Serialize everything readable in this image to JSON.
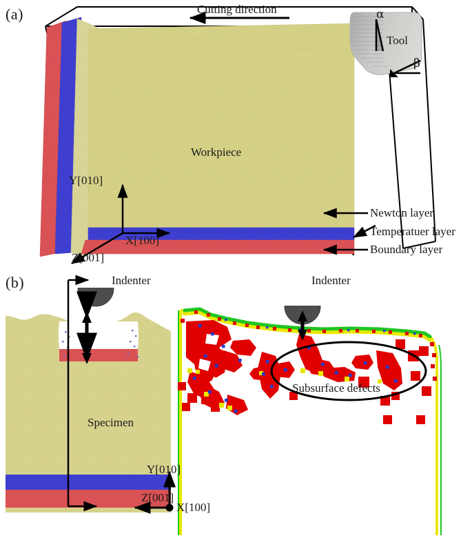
{
  "figure": {
    "panels": [
      {
        "id": "a",
        "label": "(a)",
        "caption_labels": {
          "cutting_direction": "Cutting direction",
          "tool": "Tool",
          "workpiece": "Workpiece",
          "alpha": "α",
          "beta": "β",
          "newton_layer": "Newton layer",
          "temperature_layer": "Temperatuer layer",
          "boundary_layer": "Boundary layer"
        },
        "axes": {
          "y": "Y[010]",
          "x": "X[100]",
          "z": "Z[001]"
        }
      },
      {
        "id": "b",
        "label": "(b)",
        "caption_labels": {
          "indenter_left": "Indenter",
          "indenter_right": "Indenter",
          "specimen": "Specimen",
          "subsurface_defects": "Subsurface defects"
        },
        "axes": {
          "y": "Y[010]",
          "x": "X[100]",
          "z": "Z[001]"
        }
      }
    ],
    "colors": {
      "newton_layer": "#d9d692",
      "temperature_layer": "#4343dd",
      "boundary_layer": "#e2595c",
      "tool": "#b9b9b9",
      "indenter": "#4d4d4d",
      "defect_hcp": "#e00000",
      "surface_other": "#e8e800",
      "surface_green": "#1fc61f",
      "dislocation_blue": "#1b3fd6",
      "outline": "#000000",
      "background": "#ffffff"
    }
  },
  "chart_data": {
    "type": "diagram",
    "title": "Molecular dynamics model of nano-cutting and nano-indentation",
    "subplots": [
      {
        "name": "a",
        "description": "3D nanometric cutting model: layered single-crystal workpiece inside a wireframe simulation box with a rigid tool at the right side",
        "annotations": [
          "Cutting direction",
          "Tool",
          "Workpiece",
          "Newton layer",
          "Temperatuer layer",
          "Boundary layer",
          "α",
          "β",
          "X[100]",
          "Y[010]",
          "Z[001]"
        ]
      },
      {
        "name": "b",
        "description": "Nano-indentation specimen cross-section (left, atom view) and defect structure after indentation (right, common-neighbor-analysis view with red HCP defect clusters)",
        "annotations": [
          "Indenter",
          "Specimen",
          "Subsurface defects",
          "X[100]",
          "Y[010]",
          "Z[001]"
        ]
      }
    ]
  }
}
